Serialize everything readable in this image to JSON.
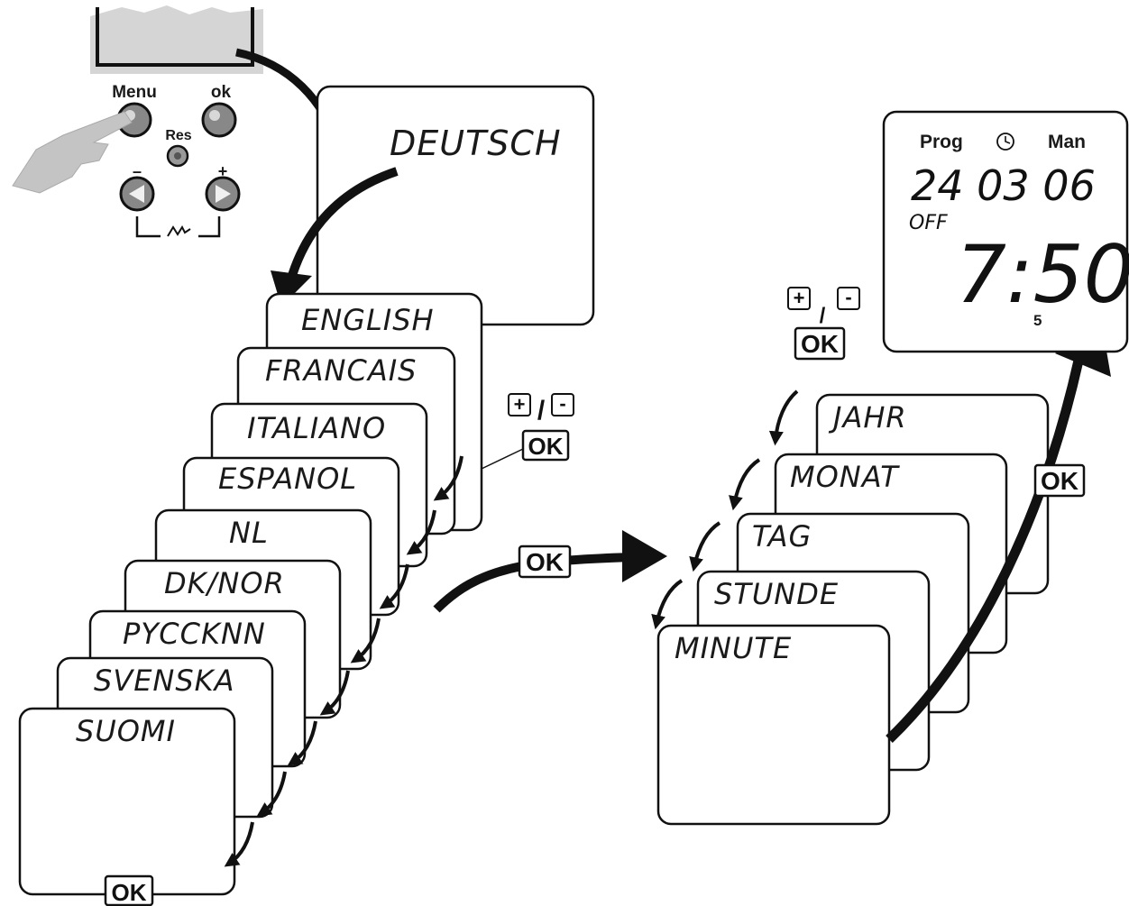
{
  "device": {
    "menu_label": "Menu",
    "ok_label": "ok",
    "res_label": "Res",
    "minus_label": "–",
    "plus_label": "+"
  },
  "first_screen": "DEUTSCH",
  "languages": [
    "ENGLISH",
    "FRANCAIS",
    "ITALIANO",
    "ESPANOL",
    "NL",
    "DK/NOR",
    "PYCCKNN",
    "SVENSKA",
    "SUOMI"
  ],
  "date_time_screens": [
    "JAHR",
    "MONAT",
    "TAG",
    "STUNDE",
    "MINUTE"
  ],
  "keys": {
    "ok": "OK",
    "plus": "+",
    "minus": "-",
    "slash": "/"
  },
  "final_display": {
    "prog": "Prog",
    "man": "Man",
    "date": "24 03 06",
    "state": "OFF",
    "time": "7:50",
    "day": "5"
  }
}
